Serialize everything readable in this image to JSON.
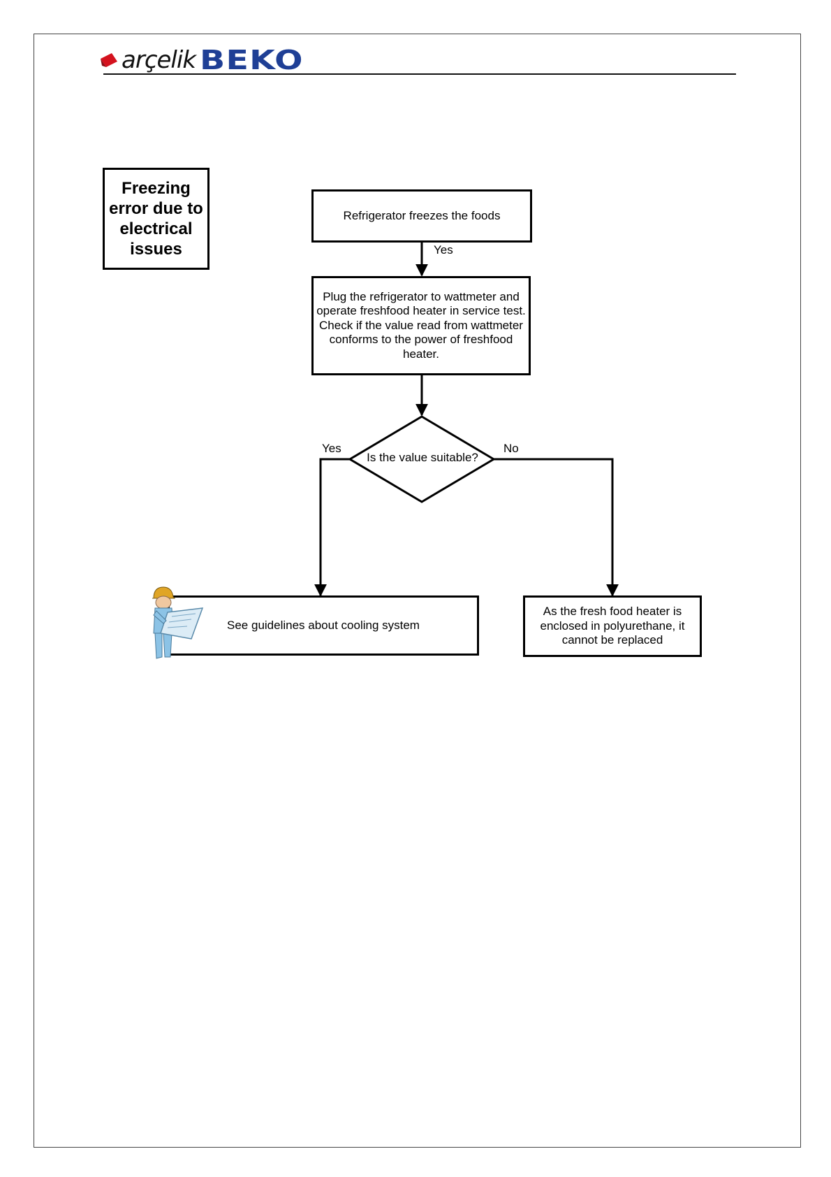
{
  "header": {
    "brand_primary": "arçelik",
    "brand_secondary": "BEKO",
    "brand_color": "#1f3f95",
    "mark_color": "#d4121e"
  },
  "title_box": {
    "text": "Freezing error due to electrical issues"
  },
  "flowchart": {
    "nodes": {
      "start": {
        "shape": "rectangle",
        "text": "Refrigerator freezes the foods"
      },
      "test": {
        "shape": "rectangle",
        "lines": [
          "Plug the refrigerator to wattmeter and",
          "operate freshfood heater in service test.",
          "Check if the value read from wattmeter",
          "conforms to the power of freshfood",
          "heater."
        ]
      },
      "decision": {
        "shape": "diamond",
        "text": "Is the value suitable?"
      },
      "guidelines": {
        "shape": "rectangle",
        "text": "See guidelines about cooling system",
        "icon": "engineer-with-blueprint-icon"
      },
      "not_replaceable": {
        "shape": "rectangle",
        "lines": [
          "As the fresh food heater is",
          "enclosed in polyurethane, it",
          "cannot be replaced"
        ]
      }
    },
    "edges": [
      {
        "from": "start",
        "to": "test",
        "label": "Yes"
      },
      {
        "from": "test",
        "to": "decision",
        "label": ""
      },
      {
        "from": "decision",
        "to": "guidelines",
        "label": "Yes"
      },
      {
        "from": "decision",
        "to": "not_replaceable",
        "label": "No"
      }
    ]
  }
}
